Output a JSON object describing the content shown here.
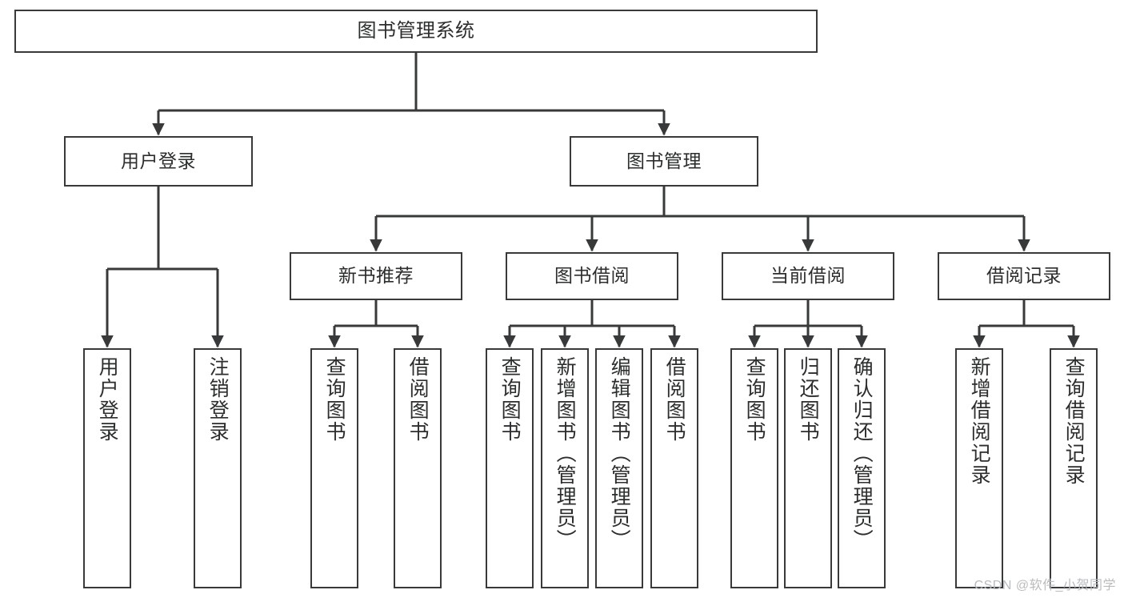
{
  "diagram": {
    "title": "图书管理系统",
    "type": "hierarchy-tree",
    "colors": {
      "background": "#ffffff",
      "border": "#37393a",
      "text": "#2b2d2e",
      "watermark": "#b9bcbf"
    },
    "root": {
      "label": "图书管理系统"
    },
    "level2": [
      {
        "label": "用户登录"
      },
      {
        "label": "图书管理"
      }
    ],
    "level3": [
      {
        "label": "新书推荐"
      },
      {
        "label": "图书借阅"
      },
      {
        "label": "当前借阅"
      },
      {
        "label": "借阅记录"
      }
    ],
    "leaves": {
      "user_login": [
        {
          "label": "用户登录"
        },
        {
          "label": "注销登录"
        }
      ],
      "new_book_recommend": [
        {
          "label": "查询图书"
        },
        {
          "label": "借阅图书"
        }
      ],
      "book_borrow": [
        {
          "label": "查询图书"
        },
        {
          "label": "新增图书（管理员）"
        },
        {
          "label": "编辑图书（管理员）"
        },
        {
          "label": "借阅图书"
        }
      ],
      "current_borrow": [
        {
          "label": "查询图书"
        },
        {
          "label": "归还图书"
        },
        {
          "label": "确认归还（管理员）"
        }
      ],
      "borrow_record": [
        {
          "label": "新增借阅记录"
        },
        {
          "label": "查询借阅记录"
        }
      ]
    },
    "watermark": "CSDN @软件_小贺同学"
  }
}
